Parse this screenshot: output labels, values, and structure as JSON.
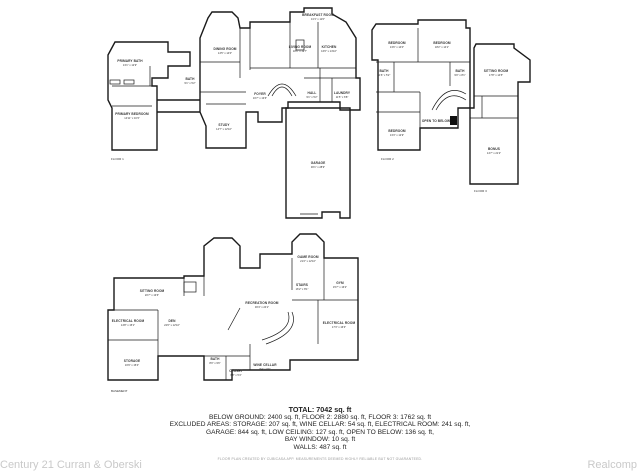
{
  "floors": [
    {
      "label": "FLOOR 1",
      "rooms": [
        {
          "name": "PRIMARY BATH",
          "dims": "13'1\" x 12'9\""
        },
        {
          "name": "PRIMARY BEDROOM",
          "dims": "14'11\" x 16'3\""
        },
        {
          "name": "LIVING ROOM",
          "dims": "18'6\" x 19'7\""
        },
        {
          "name": "DINING ROOM",
          "dims": "14'5\" x 14'0\""
        },
        {
          "name": "KITCHEN",
          "dims": "16'6\" x 14'10\""
        },
        {
          "name": "BREAKFAST ROOM",
          "dims": "13'1\" x 11'0\""
        },
        {
          "name": "STUDY",
          "dims": "14'7\" x 12'10\""
        },
        {
          "name": "FOYER",
          "dims": "16'7\" x 13'6\""
        },
        {
          "name": "LAUNDRY",
          "dims": "11'5\" x 6'8\""
        },
        {
          "name": "BATH",
          "dims": "9'1\" x 5'2\""
        },
        {
          "name": "HALL",
          "dims": "9'1\" x 5'2\""
        },
        {
          "name": "GARAGE",
          "dims": "30'1\" x 28'9\""
        }
      ]
    },
    {
      "label": "FLOOR 2",
      "rooms": [
        {
          "name": "BEDROOM",
          "dims": "13'6\" x 14'0\""
        },
        {
          "name": "BEDROOM",
          "dims": "18'2\" x 14'1\""
        },
        {
          "name": "BATH",
          "dims": "11'6\" x 5'2\""
        },
        {
          "name": "BATH",
          "dims": "9'0\" x 8'1\""
        },
        {
          "name": "BEDROOM",
          "dims": "13'3\" x 12'9\""
        },
        {
          "name": "OPEN TO BELOW",
          "dims": ""
        },
        {
          "name": "SITTING ROOM",
          "dims": "17'8\" x 14'5\""
        }
      ]
    },
    {
      "label": "FLOOR 3",
      "rooms": [
        {
          "name": "BONUS",
          "dims": "14'7\" x 21'2\""
        }
      ]
    },
    {
      "label": "BASEMENT",
      "rooms": [
        {
          "name": "SITTING ROOM",
          "dims": "20'7\" x 13'6\""
        },
        {
          "name": "GAME ROOM",
          "dims": "21'2\" x 12'10\""
        },
        {
          "name": "RECREATION ROOM",
          "dims": "30'4\" x 24'1\""
        },
        {
          "name": "ELECTRICAL ROOM",
          "dims": "17'3\" x 16'3\""
        },
        {
          "name": "STORAGE",
          "dims": "16'9\" x 15'4\""
        },
        {
          "name": "ELECTRICAL ROOM",
          "dims": "14'8\" x 15'1\""
        },
        {
          "name": "GYM",
          "dims": "15'7\" x 16'2\""
        },
        {
          "name": "DEN",
          "dims": "22'6\" x 12'10\""
        },
        {
          "name": "STAIRS",
          "dims": "16'2\" x 8'1\""
        },
        {
          "name": "WINE CELLAR",
          "dims": "8'4\" x 6'6\""
        },
        {
          "name": "BATH",
          "dims": "8'0\" x 9'6\""
        },
        {
          "name": "CLOSET",
          "dims": "6'8\" x 5'4\""
        }
      ]
    }
  ],
  "summary": {
    "total": "TOTAL: 7042 sq. ft",
    "line1": "BELOW GROUND: 2400 sq. ft, FLOOR 2: 2880 sq. ft, FLOOR 3: 1762 sq. ft",
    "line2": "EXCLUDED AREAS: STORAGE: 207 sq. ft, WINE CELLAR: 54 sq. ft, ELECTRICAL ROOM: 241 sq. ft,",
    "line3": "GARAGE: 844 sq. ft, LOW CEILING: 127 sq. ft, OPEN TO BELOW: 136 sq. ft,",
    "line4": "BAY WINDOW: 10 sq. ft",
    "line5": "WALLS: 487 sq. ft"
  },
  "credit": "FLOOR PLAN CREATED BY CUBICASA APP. MEASUREMENTS DEEMED HIGHLY RELIABLE BUT NOT GUARANTEED.",
  "watermark_left": "Century 21 Curran & Oberski",
  "watermark_right": "Realcomp"
}
